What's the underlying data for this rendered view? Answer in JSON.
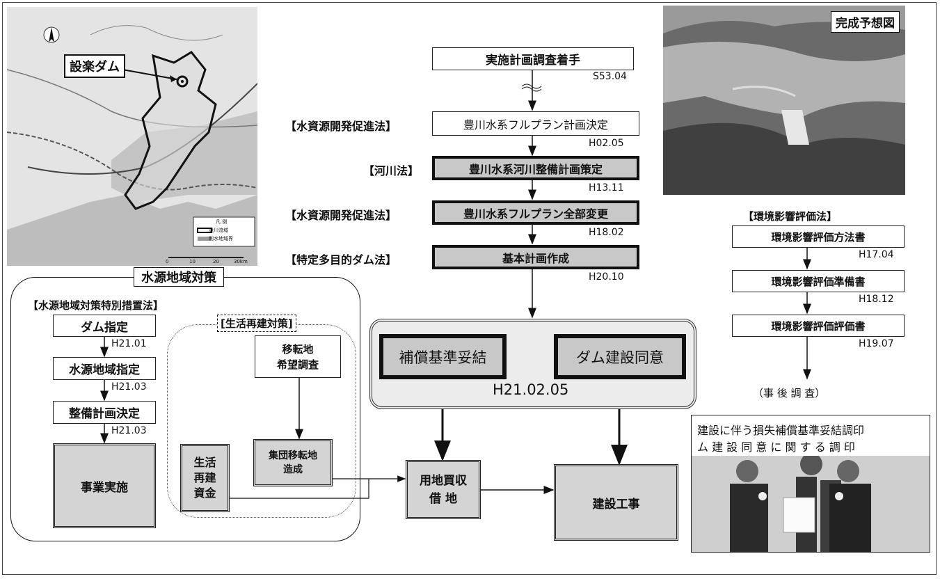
{
  "map": {
    "dam_label": "設楽ダム",
    "legend_title": "凡 例",
    "legend_items": [
      "設川流域",
      "利水地域界"
    ],
    "scale_labels": [
      "0",
      "10",
      "20",
      "30km"
    ]
  },
  "photo_top": {
    "label": "完成予想図"
  },
  "flow": {
    "step1": {
      "label": "実施計画調査着手",
      "date": "S53.04"
    },
    "step2": {
      "law": "【水資源開発促進法】",
      "label": "豊川水系フルプラン計画決定",
      "date": "H02.05"
    },
    "step3": {
      "law": "【河川法】",
      "label": "豊川水系河川整備計画策定",
      "date": "H13.11"
    },
    "step4": {
      "law": "【水資源開発促進法】",
      "label": "豊川水系フルプラン全部変更",
      "date": "H18.02"
    },
    "step5": {
      "law": "【特定多目的ダム法】",
      "label": "基本計画作成",
      "date": "H20.10"
    }
  },
  "env": {
    "law": "【環境影響評価法】",
    "step1": {
      "label": "環境影響評価方法書",
      "date": "H17.04"
    },
    "step2": {
      "label": "環境影響評価準備書",
      "date": "H18.12"
    },
    "step3": {
      "label": "環境影響評価評価書",
      "date": "H19.07"
    },
    "after": "（事 後 調 査）"
  },
  "water_source": {
    "title": "水源地域対策",
    "law": "【水源地域対策特別措置法】",
    "steps": [
      {
        "label": "ダム指定",
        "date": "H21.01"
      },
      {
        "label": "水源地域指定",
        "date": "H21.03"
      },
      {
        "label": "整備計画決定",
        "date": "H21.03"
      }
    ],
    "implementation": "事業実施",
    "rebuild_title": "[生活再建対策]",
    "survey_line1": "移転地",
    "survey_line2": "希望調査",
    "fund_line1": "生活",
    "fund_line2": "再建",
    "fund_line3": "資金",
    "group_line1": "集団移転地",
    "group_line2": "造成"
  },
  "agreement": {
    "left": "補償基準妥結",
    "right": "ダム建設同意",
    "date": "H21.02.05"
  },
  "land": {
    "line1": "用地買収",
    "line2": "借 地"
  },
  "construction": {
    "label": "建設工事"
  },
  "photo_bottom": {
    "banner_line1": "建設に伴う損失補償基準妥結調印",
    "banner_line2": "ム 建 設 同 意 に 関 す る 調 印"
  }
}
